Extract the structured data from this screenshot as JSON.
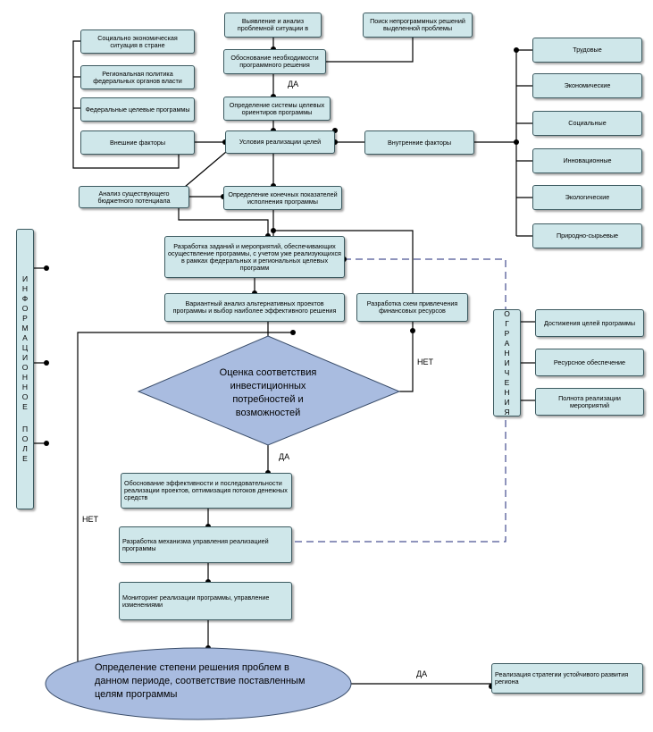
{
  "boxes": {
    "identify": "Выявление и анализ проблемной ситуации в",
    "search": "Поиск непрограммных решений выделенной проблемы",
    "justify": "Обоснование необходимости программного решения",
    "goals": "Определение системы целевых ориентиров программы",
    "conditions": "Условия реализации целей",
    "budget": "Анализ существующего бюджетного потенциала",
    "indicators": "Определение конечных показателей исполнения программы",
    "tasks": "Разработка заданий и мероприятий, обеспечивающих осуществление программы, с учетом уже реализующихся в рамках федеральных и региональных целевых программ",
    "variant": "Вариантный анализ альтернативных проектов программы и выбор наиболее эффективного решения",
    "finance": "Разработка схем привлечения финансовых ресурсов",
    "efficiency": "Обоснование эффективности и последовательности реализации проектов, оптимизация потоков денежных средств",
    "mechanism": "Разработка механизма управления реализацией программы",
    "monitoring": "Мониторинг реализации программы, управление изменениями",
    "strategy": "Реализация стратегии устойчивого развития региона"
  },
  "external": {
    "items": [
      "Социально экономическая ситуация в стране",
      "Региональная политика федеральных органов власти",
      "Федеральные целевые программы",
      "Внешние факторы"
    ]
  },
  "internal": {
    "label": "Внутренние факторы",
    "items": [
      "Трудовые",
      "Экономические",
      "Социальные",
      "Инновационные",
      "Экологические",
      "Природно-сырьевые"
    ]
  },
  "constraints": {
    "title": "ОГРАНИЧЕНИЯ",
    "items": [
      "Достижения целей программы",
      "Ресурсное обеспечение",
      "Полнота реализации мероприятий"
    ]
  },
  "info_field": {
    "title": "ИНФОРМАЦИОННОЕ ПОЛЕ"
  },
  "diamond": {
    "text": "Оценка соответствия инвестиционных потребностей и возможностей"
  },
  "ellipse": {
    "text": "Определение степени решения проблем в данном периоде, соответствие поставленным целям программы"
  },
  "labels": {
    "yes1": "ДА",
    "yes2": "ДА",
    "yes3": "ДА",
    "no1": "НЕТ",
    "no2": "НЕТ"
  },
  "colors": {
    "box_fill": "#cfe7ea",
    "shape_fill": "#a9bce0",
    "line": "#000000",
    "dashed": "#1f2a7a"
  }
}
